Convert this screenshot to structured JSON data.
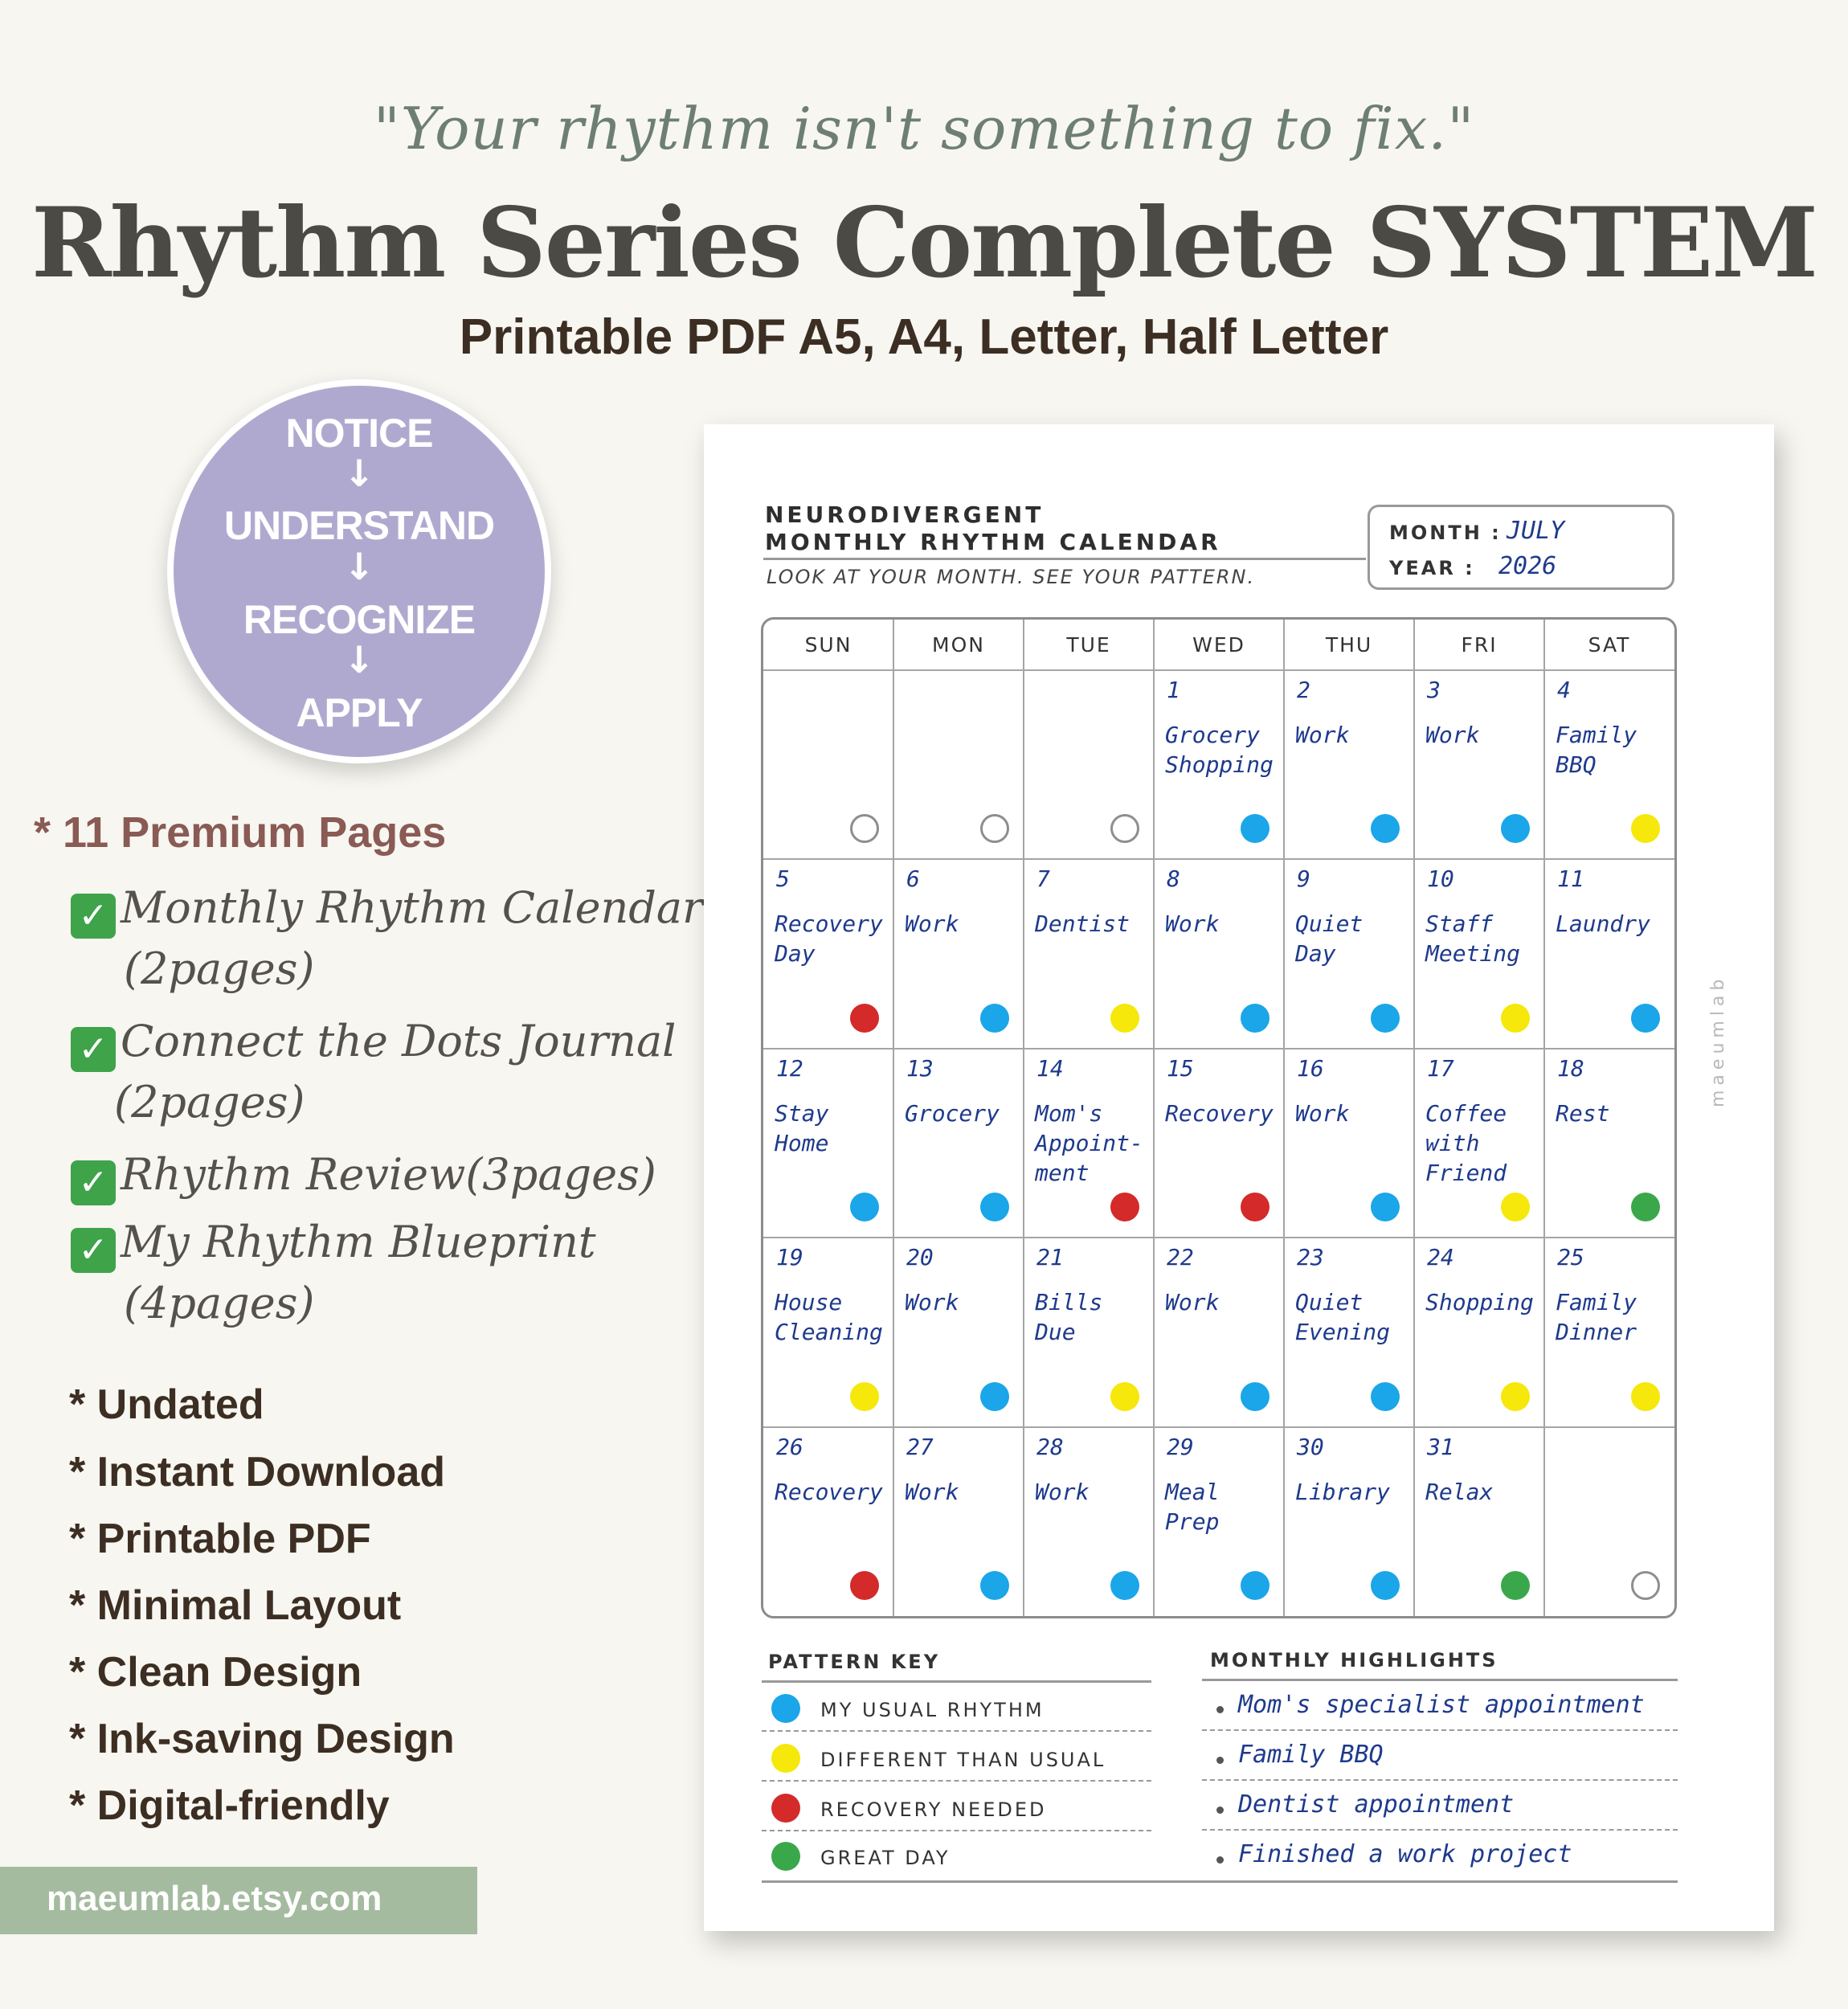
{
  "header": {
    "quote": "\"Your rhythm isn't something to fix.\"",
    "title": "Rhythm Series Complete SYSTEM",
    "subtitle": "Printable PDF A5, A4, Letter, Half Letter"
  },
  "badge": {
    "steps": [
      "NOTICE",
      "UNDERSTAND",
      "RECOGNIZE",
      "APPLY"
    ],
    "arrow": "↓",
    "color": "#b0a9cf"
  },
  "left_panel": {
    "pages_heading": "* 11 Premium Pages",
    "check_icon": "✓",
    "pages": [
      {
        "title": "Monthly Rhythm Calendar",
        "sub": "(2pages)"
      },
      {
        "title": "Connect the Dots Journal",
        "sub": "(2pages)"
      },
      {
        "title": "Rhythm Review(3pages)",
        "sub": ""
      },
      {
        "title": "My Rhythm Blueprint",
        "sub": "(4pages)"
      }
    ],
    "features": [
      "* Undated",
      "* Instant Download",
      "* Printable PDF",
      "* Minimal Layout",
      "*  Clean Design",
      "*  Ink-saving Design",
      "*  Digital-friendly"
    ],
    "shop_link": "maeumlab.etsy.com"
  },
  "calendar": {
    "title_line1": "NEURODIVERGENT",
    "title_line2": "MONTHLY RHYTHM CALENDAR",
    "tagline": "LOOK AT YOUR MONTH. SEE YOUR PATTERN.",
    "month_label": "MONTH :",
    "month_value": "JULY",
    "year_label": "YEAR :",
    "year_value": "2026",
    "weekdays": [
      "SUN",
      "MON",
      "TUE",
      "WED",
      "THU",
      "FRI",
      "SAT"
    ],
    "colors": {
      "usual": "#1aa6e8",
      "different": "#f5e80a",
      "recovery": "#d42a2a",
      "great": "#3aa84a"
    },
    "cells": [
      {
        "day": "",
        "event": "",
        "dot": "empty"
      },
      {
        "day": "",
        "event": "",
        "dot": "empty"
      },
      {
        "day": "",
        "event": "",
        "dot": "empty"
      },
      {
        "day": "1",
        "event": "Grocery\nShopping",
        "dot": "usual"
      },
      {
        "day": "2",
        "event": "Work",
        "dot": "usual"
      },
      {
        "day": "3",
        "event": "Work",
        "dot": "usual"
      },
      {
        "day": "4",
        "event": "Family\nBBQ",
        "dot": "different"
      },
      {
        "day": "5",
        "event": "Recovery\nDay",
        "dot": "recovery"
      },
      {
        "day": "6",
        "event": "Work",
        "dot": "usual"
      },
      {
        "day": "7",
        "event": "Dentist",
        "dot": "different"
      },
      {
        "day": "8",
        "event": "Work",
        "dot": "usual"
      },
      {
        "day": "9",
        "event": "Quiet\nDay",
        "dot": "usual"
      },
      {
        "day": "10",
        "event": "Staff\nMeeting",
        "dot": "different"
      },
      {
        "day": "11",
        "event": "Laundry",
        "dot": "usual"
      },
      {
        "day": "12",
        "event": "Stay\nHome",
        "dot": "usual"
      },
      {
        "day": "13",
        "event": "Grocery",
        "dot": "usual"
      },
      {
        "day": "14",
        "event": "Mom's\nAppoint-\nment",
        "dot": "recovery"
      },
      {
        "day": "15",
        "event": "Recovery",
        "dot": "recovery"
      },
      {
        "day": "16",
        "event": "Work",
        "dot": "usual"
      },
      {
        "day": "17",
        "event": "Coffee\nwith\nFriend",
        "dot": "different"
      },
      {
        "day": "18",
        "event": "Rest",
        "dot": "great"
      },
      {
        "day": "19",
        "event": "House\nCleaning",
        "dot": "different"
      },
      {
        "day": "20",
        "event": "Work",
        "dot": "usual"
      },
      {
        "day": "21",
        "event": "Bills Due",
        "dot": "different"
      },
      {
        "day": "22",
        "event": "Work",
        "dot": "usual"
      },
      {
        "day": "23",
        "event": "Quiet\nEvening",
        "dot": "usual"
      },
      {
        "day": "24",
        "event": "Shopping",
        "dot": "different"
      },
      {
        "day": "25",
        "event": "Family\nDinner",
        "dot": "different"
      },
      {
        "day": "26",
        "event": "Recovery",
        "dot": "recovery"
      },
      {
        "day": "27",
        "event": "Work",
        "dot": "usual"
      },
      {
        "day": "28",
        "event": "Work",
        "dot": "usual"
      },
      {
        "day": "29",
        "event": "Meal\nPrep",
        "dot": "usual"
      },
      {
        "day": "30",
        "event": "Library",
        "dot": "usual"
      },
      {
        "day": "31",
        "event": "Relax",
        "dot": "great"
      },
      {
        "day": "",
        "event": "",
        "dot": "empty"
      }
    ],
    "pattern_key_title": "PATTERN KEY",
    "pattern_key": [
      {
        "label": "MY USUAL RHYTHM",
        "color": "#1aa6e8"
      },
      {
        "label": "DIFFERENT THAN USUAL",
        "color": "#f5e80a"
      },
      {
        "label": "RECOVERY NEEDED",
        "color": "#d42a2a"
      },
      {
        "label": "GREAT DAY",
        "color": "#3aa84a"
      }
    ],
    "highlights_title": "MONTHLY HIGHLIGHTS",
    "highlights": [
      "Mom's specialist appointment",
      "Family BBQ",
      "Dentist appointment",
      "Finished a work project"
    ],
    "watermark": "maeumlab"
  }
}
